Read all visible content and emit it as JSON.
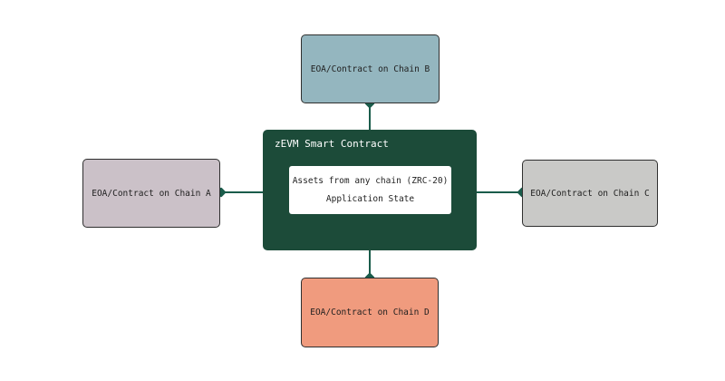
{
  "page": {
    "background_color": "#ffffff"
  },
  "diagram": {
    "center_node": {
      "title": "zEVM Smart Contract",
      "bg_color": "#1c4b39",
      "title_color": "#ffffff",
      "inner_card": {
        "line1": "Assets from any chain (ZRC-20)",
        "line2": "Application State",
        "bg_color": "#ffffff"
      }
    },
    "chain_nodes": [
      {
        "id": "chain-b",
        "label": "EOA/Contract on Chain B",
        "position": "top",
        "bg_color": "#94b6bf"
      },
      {
        "id": "chain-a",
        "label": "EOA/Contract on Chain A",
        "position": "left",
        "bg_color": "#cbc1c8"
      },
      {
        "id": "chain-c",
        "label": "EOA/Contract on Chain C",
        "position": "right",
        "bg_color": "#c9c9c7"
      },
      {
        "id": "chain-d",
        "label": "EOA/Contract on Chain D",
        "position": "bottom",
        "bg_color": "#f09b7e"
      }
    ],
    "connector_color": "#1a5c4b",
    "node_border_color": "#2f2f2f"
  }
}
